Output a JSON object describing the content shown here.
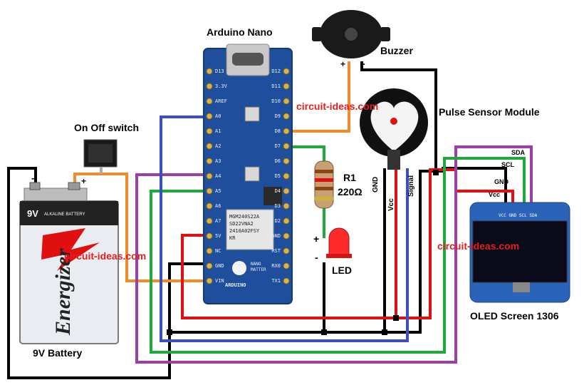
{
  "title": "",
  "components": {
    "arduino": {
      "label": "Arduino Nano",
      "board_brand": "ARDUINO",
      "board_text": "NANO MATTER",
      "chip_text": [
        "MGM240S22A",
        "SD22VNA2",
        "2410A02FSY",
        "KR"
      ]
    },
    "buzzer": {
      "label": "Buzzer",
      "plus": "+",
      "minus": "-"
    },
    "switch": {
      "label": "On Off switch",
      "plus": "+"
    },
    "battery": {
      "label": "9V Battery",
      "case_voltage": "9V",
      "case_subtitle": "ALKALINE BATTERY",
      "brand": "Energizer",
      "minus": "-",
      "plus": "+"
    },
    "pulse_sensor": {
      "label": "Pulse Sensor Module",
      "pins": [
        "GND",
        "Vcc",
        "Signal"
      ]
    },
    "resistor": {
      "name": "R1",
      "value": "220Ω"
    },
    "led": {
      "label": "LED",
      "plus": "+",
      "minus": "-"
    },
    "oled": {
      "label": "OLED Screen 1306",
      "pins": [
        "SDA",
        "SCL",
        "GND",
        "Vcc"
      ],
      "board_pins": "VCC GND SCL SDA"
    }
  },
  "watermarks": [
    "circuit-ideas.com",
    "circuit-ideas.com",
    "circuit-ideas.com"
  ],
  "arduino_pins_left": [
    "D13",
    "3.3V",
    "AREF",
    "A0",
    "A1",
    "A2",
    "A3",
    "A4",
    "A5",
    "A6",
    "A7",
    "5V",
    "NC",
    "GND",
    "VIN"
  ],
  "arduino_pins_right": [
    "D12",
    "D11",
    "D10",
    "D9",
    "D8",
    "D7",
    "D6",
    "D5",
    "D4",
    "D3",
    "D2",
    "GND",
    "RST",
    "RX0",
    "TX1"
  ],
  "colors": {
    "vcc": "#e01010",
    "gnd": "#000000",
    "sda": "#9b3fa7",
    "scl": "#1fa83c",
    "signal": "#3a4fc0",
    "vin": "#f08a2a",
    "board": "#1f4f9c",
    "watermark": "#e0201e"
  }
}
